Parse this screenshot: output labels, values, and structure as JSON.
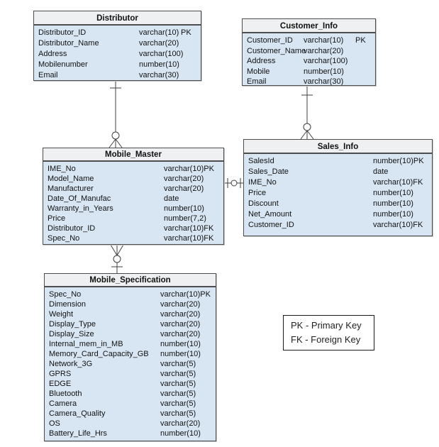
{
  "colors": {
    "table_body": "#d8e6f3",
    "table_header": "#eef0f1",
    "table_border": "#4d4d4d",
    "connector_line": "#3f3f3f",
    "page_background": "#ffffff"
  },
  "tables": [
    {
      "name": "Distributor",
      "fields": [
        {
          "name": "Distributor_ID",
          "type": "varchar(10)",
          "key": "PK"
        },
        {
          "name": "Distributor_Name",
          "type": "varchar(20)",
          "key": ""
        },
        {
          "name": "Address",
          "type": "varchar(100)",
          "key": ""
        },
        {
          "name": "Mobilenumber",
          "type": "number(10)",
          "key": ""
        },
        {
          "name": "Email",
          "type": "varchar(30)",
          "key": ""
        }
      ]
    },
    {
      "name": "Customer_Info",
      "fields": [
        {
          "name": "Customer_ID",
          "type": "varchar(10)",
          "key": "PK"
        },
        {
          "name": "Customer_Name",
          "type": "varchar(20)",
          "key": ""
        },
        {
          "name": "Address",
          "type": "varchar(100)",
          "key": ""
        },
        {
          "name": "Mobile",
          "type": "number(10)",
          "key": ""
        },
        {
          "name": "Email",
          "type": "varchar(30)",
          "key": ""
        }
      ]
    },
    {
      "name": "Mobile_Master",
      "fields": [
        {
          "name": "IME_No",
          "type": "varchar(10)",
          "key": "PK"
        },
        {
          "name": "Model_Name",
          "type": "varchar(20)",
          "key": ""
        },
        {
          "name": "Manufacturer",
          "type": "varchar(20)",
          "key": ""
        },
        {
          "name": "Date_Of_Manufac",
          "type": "date",
          "key": ""
        },
        {
          "name": "Warranty_in_Years",
          "type": "number(10)",
          "key": ""
        },
        {
          "name": "Price",
          "type": "number(7,2)",
          "key": ""
        },
        {
          "name": "Distributor_ID",
          "type": "varchar(10)",
          "key": "FK"
        },
        {
          "name": "Spec_No",
          "type": "varchar(10)",
          "key": "FK"
        }
      ]
    },
    {
      "name": "Sales_Info",
      "fields": [
        {
          "name": "SalesId",
          "type": "number(10)",
          "key": "PK"
        },
        {
          "name": "Sales_Date",
          "type": "date",
          "key": ""
        },
        {
          "name": "IME_No",
          "type": "varchar(10)",
          "key": "FK"
        },
        {
          "name": "Price",
          "type": "number(10)",
          "key": ""
        },
        {
          "name": "Discount",
          "type": "number(10)",
          "key": ""
        },
        {
          "name": "Net_Amount",
          "type": "number(10)",
          "key": ""
        },
        {
          "name": "Customer_ID",
          "type": "varchar(10)",
          "key": "FK"
        }
      ]
    },
    {
      "name": "Mobile_Specification",
      "fields": [
        {
          "name": "Spec_No",
          "type": "varchar(10)",
          "key": "PK"
        },
        {
          "name": "Dimension",
          "type": "varchar(20)",
          "key": ""
        },
        {
          "name": "Weight",
          "type": "varchar(20)",
          "key": ""
        },
        {
          "name": "Display_Type",
          "type": "varchar(20)",
          "key": ""
        },
        {
          "name": "Display_Size",
          "type": "varchar(20)",
          "key": ""
        },
        {
          "name": "Internal_mem_in_MB",
          "type": "number(10)",
          "key": ""
        },
        {
          "name": "Memory_Card_Capacity_GB",
          "type": "number(10)",
          "key": ""
        },
        {
          "name": "Network_3G",
          "type": "varchar(5)",
          "key": ""
        },
        {
          "name": "GPRS",
          "type": "varchar(5)",
          "key": ""
        },
        {
          "name": "EDGE",
          "type": "varchar(5)",
          "key": ""
        },
        {
          "name": "Bluetooth",
          "type": "varchar(5)",
          "key": ""
        },
        {
          "name": "Camera",
          "type": "varchar(5)",
          "key": ""
        },
        {
          "name": "Camera_Quality",
          "type": "varchar(5)",
          "key": ""
        },
        {
          "name": "OS",
          "type": "varchar(20)",
          "key": ""
        },
        {
          "name": "Battery_Life_Hrs",
          "type": "number(10)",
          "key": ""
        }
      ]
    }
  ],
  "relationships": [
    {
      "from": "Distributor",
      "to": "Mobile_Master",
      "from_cardinality": "exactly-one",
      "to_cardinality": "zero-or-many"
    },
    {
      "from": "Customer_Info",
      "to": "Sales_Info",
      "from_cardinality": "exactly-one",
      "to_cardinality": "zero-or-many"
    },
    {
      "from": "Mobile_Master",
      "to": "Sales_Info",
      "from_cardinality": "exactly-one",
      "to_cardinality": "zero-or-one"
    },
    {
      "from": "Mobile_Specification",
      "to": "Mobile_Master",
      "from_cardinality": "exactly-one",
      "to_cardinality": "zero-or-many"
    }
  ],
  "legend": {
    "lines": [
      "PK - Primary Key",
      "FK - Foreign Key"
    ]
  }
}
